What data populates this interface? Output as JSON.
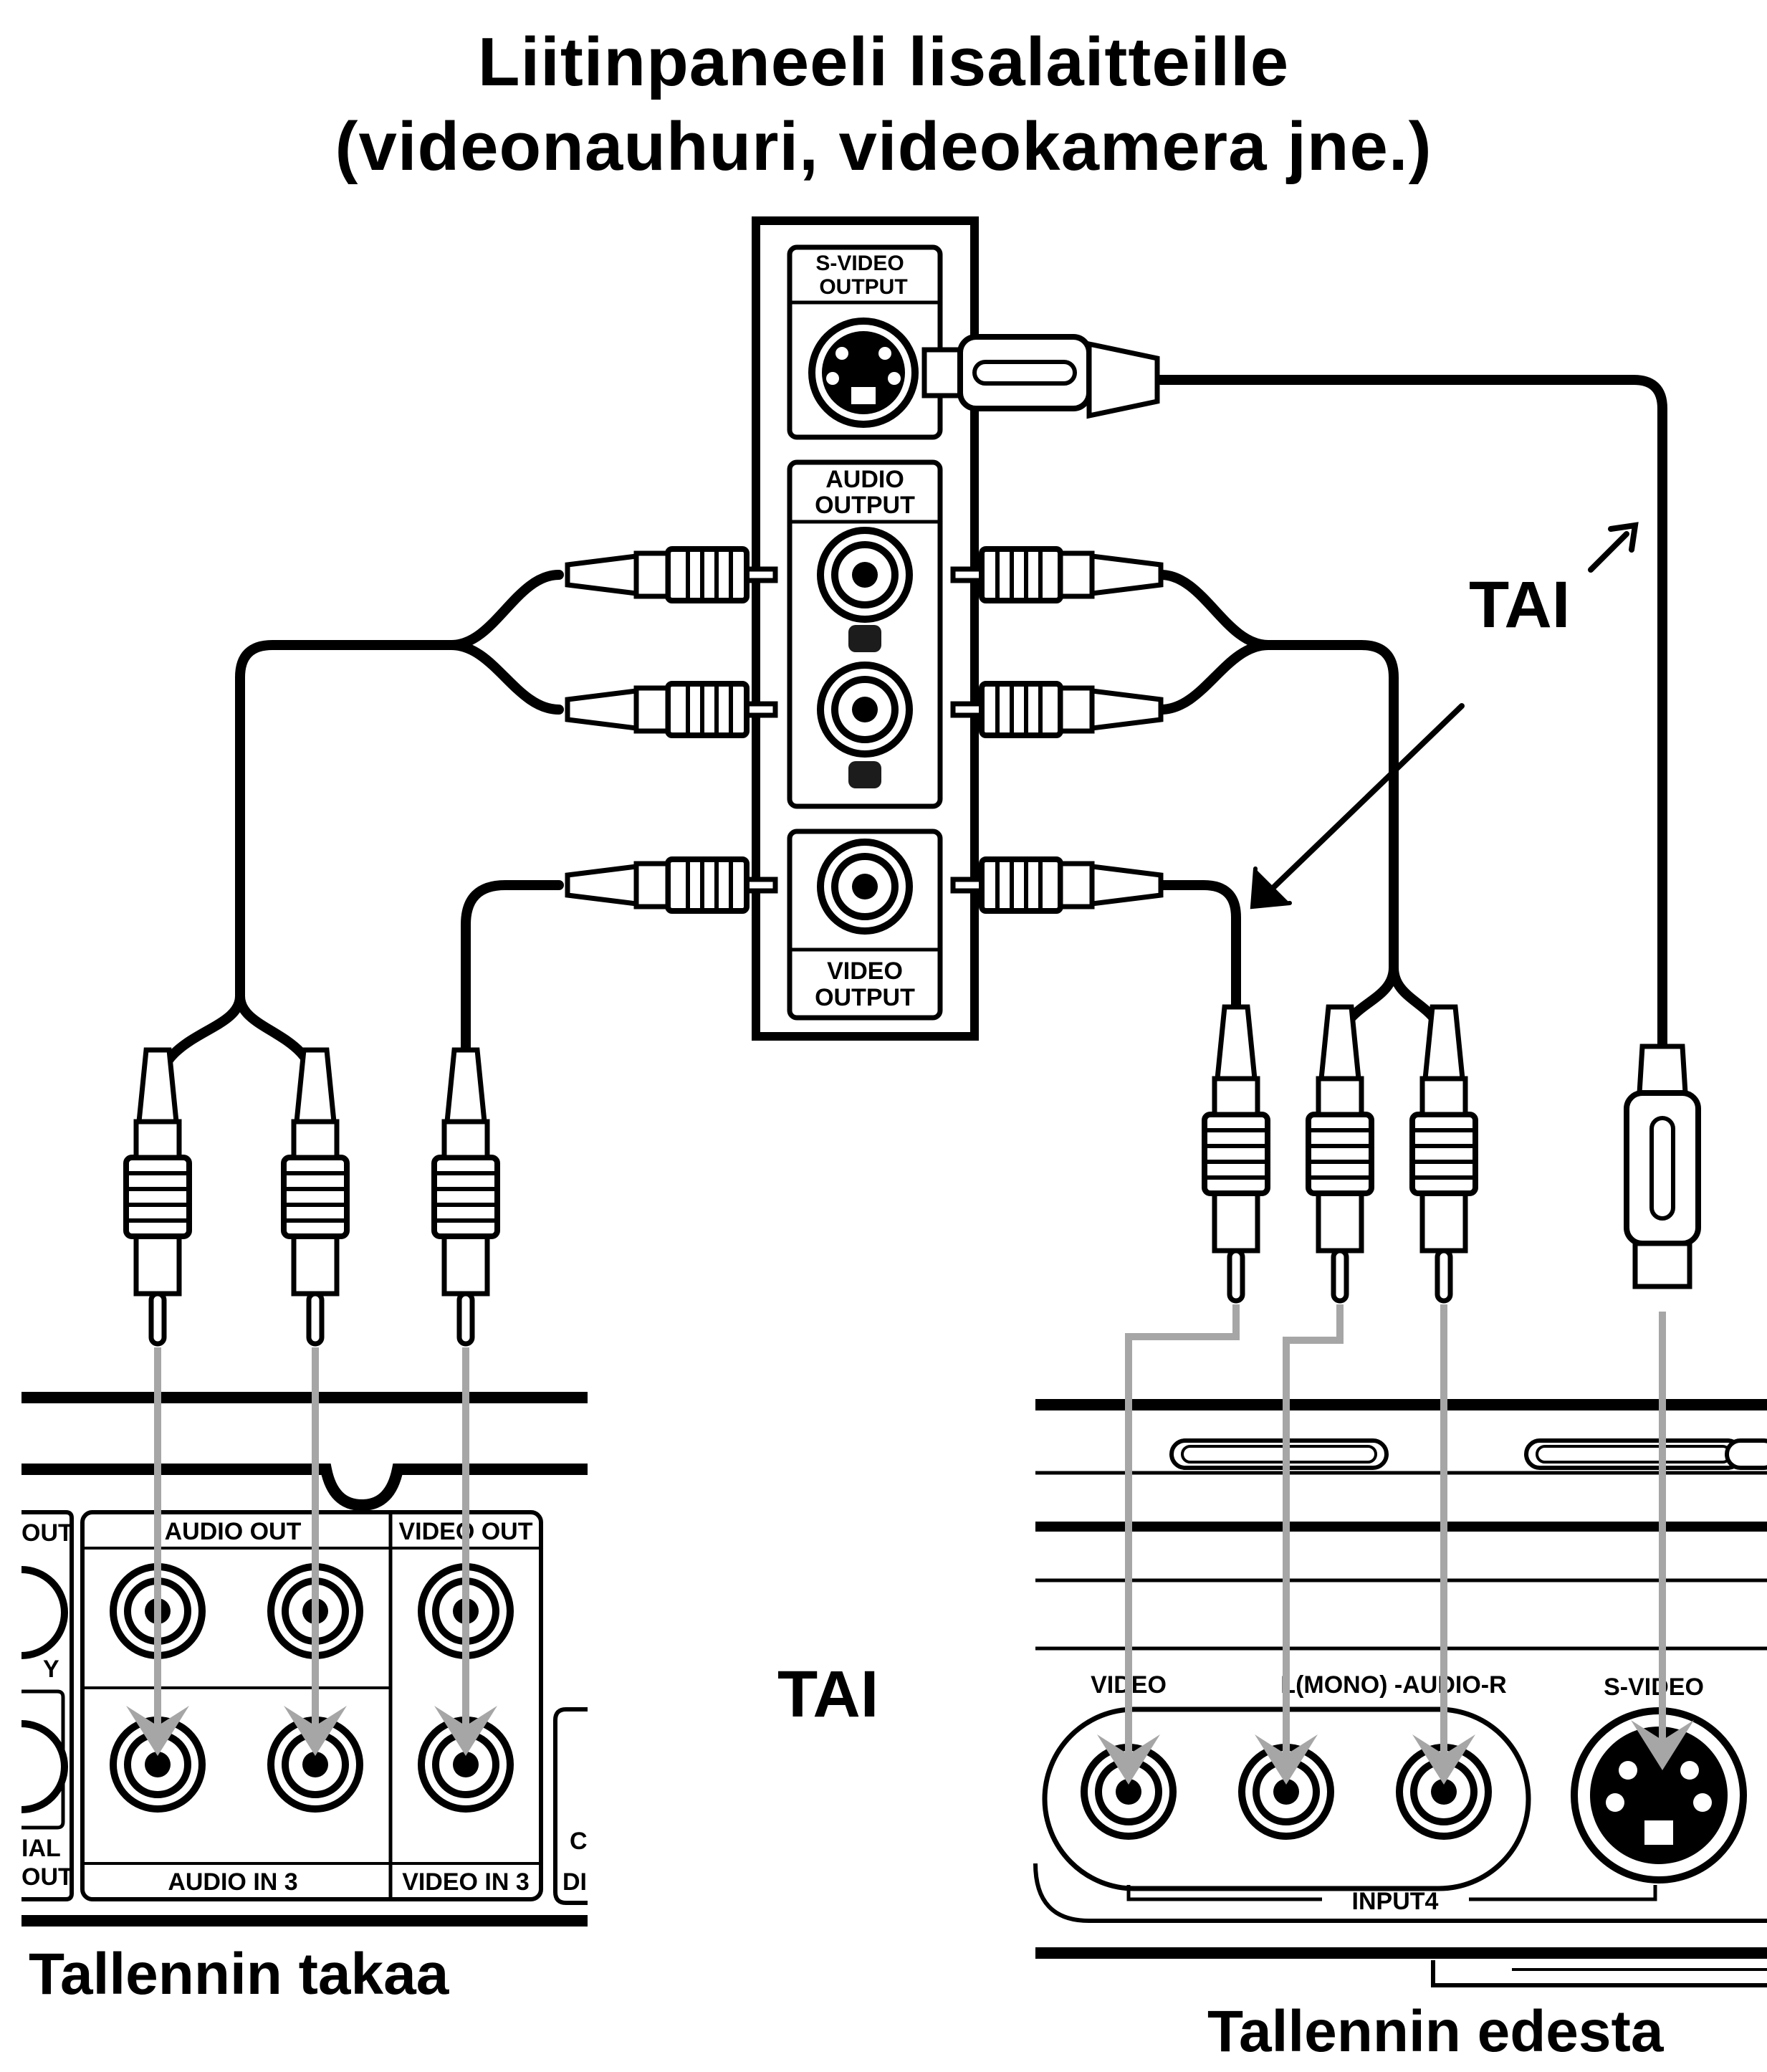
{
  "title": {
    "line1": "Liitinpaneeli lisalaitteille",
    "line2": "(videonauhuri, videokamera jne.)"
  },
  "source_panel": {
    "svideo_label_1": "S-VIDEO",
    "svideo_label_2": "OUTPUT",
    "audio_label_1": "AUDIO",
    "audio_label_2": "OUTPUT",
    "video_label_1": "VIDEO",
    "video_label_2": "OUTPUT"
  },
  "or_label_right": "TAI",
  "or_label_middle": "TAI",
  "rear_panel": {
    "out_partial": "OUT",
    "audio_out": "AUDIO OUT",
    "video_out": "VIDEO OUT",
    "y_partial": "Y",
    "ial_partial": "IAL",
    "out_partial_2": "OUT",
    "audio_in": "AUDIO IN 3",
    "video_in": "VIDEO IN 3",
    "c_partial": "C",
    "di_partial": "DI",
    "caption": "Tallennin takaa"
  },
  "front_panel": {
    "video": "VIDEO",
    "audio": "L(MONO) -AUDIO-R",
    "svideo": "S-VIDEO",
    "input": "INPUT4",
    "caption": "Tallennin edesta"
  },
  "icons": [
    "rca-plug-icon",
    "svideo-plug-icon",
    "rca-jack-icon",
    "svideo-jack-icon",
    "arrow-icon"
  ],
  "colors": {
    "ink": "#000000",
    "guide_arrow": "#a6a6a6",
    "paper": "#ffffff"
  }
}
